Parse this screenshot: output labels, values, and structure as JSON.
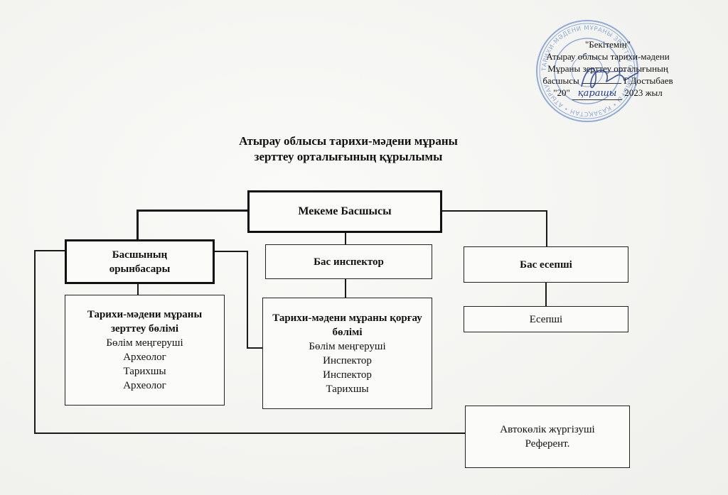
{
  "approval": {
    "line1": "\"Бекітемін\"",
    "line2": "Атырау облысы тарихи-мәдени",
    "line3": "Мұраны зерттеу орталығының",
    "line4_prefix": "басшысы",
    "line4_name": "Г.Достыбаев",
    "day": "\"20\"",
    "month": "қарашы",
    "year": "2023 жыл"
  },
  "stamp": {
    "ring_text": "ТАРИХИ-МӘДЕНИ МҰРАНЫ ЗЕРТТЕУ ОРТАЛЫҒЫ • ҚАЗАҚСТАН • АТЫРАУ •",
    "ink_color": "#3f6fc4"
  },
  "title": {
    "line1": "Атырау облысы тарихи-мәдени мұраны",
    "line2": "зерттеу орталығының құрылымы"
  },
  "org": {
    "head": "Мекеме Басшысы",
    "deputy": "Басшының орынбасары",
    "chief_inspector": "Бас инспектор",
    "chief_accountant": "Бас есепші",
    "dept_research": {
      "title": "Тарихи-мәдени мұраны зерттеу бөлімі",
      "staff": [
        "Бөлім меңгеруші",
        "Археолог",
        "Тарихшы",
        "Археолог"
      ]
    },
    "dept_protection": {
      "title": "Тарихи-мәдени мұраны қорғау бөлімі",
      "staff": [
        "Бөлім меңгеруші",
        "Инспектор",
        "Инспектор",
        "Тарихшы"
      ]
    },
    "accountant": "Есепші",
    "extra": [
      "Автокөлік жүргізуші",
      "Референт."
    ]
  }
}
